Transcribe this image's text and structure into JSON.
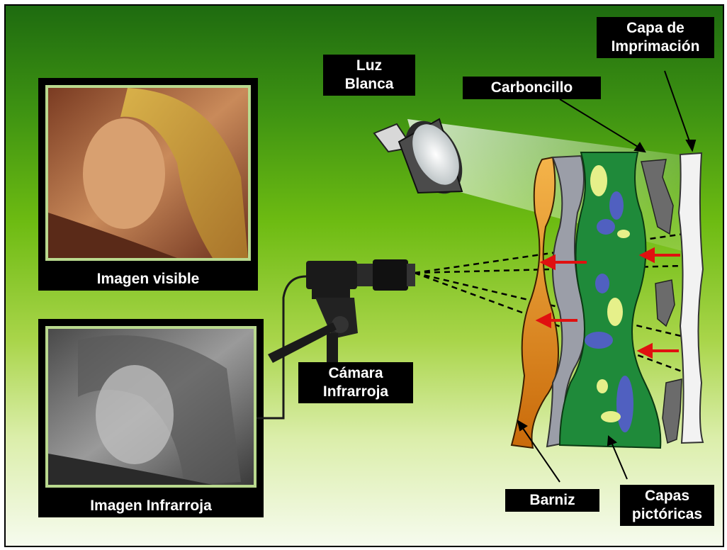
{
  "labels": {
    "luz": [
      "Luz",
      "Blanca"
    ],
    "carboncillo": "Carboncillo",
    "imprimacion": [
      "Capa de",
      "Imprimación"
    ],
    "imagen_visible": "Imagen visible",
    "imagen_infrarroja": "Imagen Infrarroja",
    "camara": [
      "Cámara",
      "Infrarroja"
    ],
    "barniz": "Barniz",
    "capas": [
      "Capas",
      "pictóricas"
    ]
  },
  "icons": [
    "lamp-icon",
    "infrared-camera-icon",
    "tripod-icon"
  ],
  "colors": {
    "background_top": "#1e6b10",
    "background_bottom": "#f6fbee",
    "barniz": "#e08a1a",
    "capas_pictoricas": "#1f8a3a",
    "imprimacion": "#f2f2f2",
    "arrows": "#e01010"
  }
}
